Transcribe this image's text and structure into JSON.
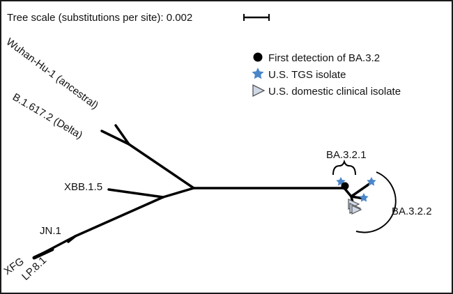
{
  "scale_bar": {
    "label": "Tree scale (substitutions per site): 0.002"
  },
  "legend": {
    "items": [
      {
        "label": "First detection of BA.3.2",
        "symbol": "black-circle-icon",
        "color": "#000000"
      },
      {
        "label": "U.S. TGS isolate",
        "symbol": "blue-star-icon",
        "color": "#4a86c8"
      },
      {
        "label": "U.S. domestic clinical isolate",
        "symbol": "gray-triangle-icon",
        "color": "#cfd8e6"
      }
    ]
  },
  "taxa": {
    "wuhan": "Wuhan-Hu-1 (ancestral)",
    "delta": "B.1.617.2 (Delta)",
    "xbb": "XBB.1.5",
    "jn1": "JN.1",
    "xfg": "XFG",
    "lp81": "LP.8.1"
  },
  "clades": {
    "ba321": "BA.3.2.1",
    "ba322": "BA.3.2.2"
  },
  "colors": {
    "line": "#000000",
    "star": "#4a86c8",
    "triangle_fill": "#cfd8e6",
    "triangle_stroke": "#555555"
  }
}
